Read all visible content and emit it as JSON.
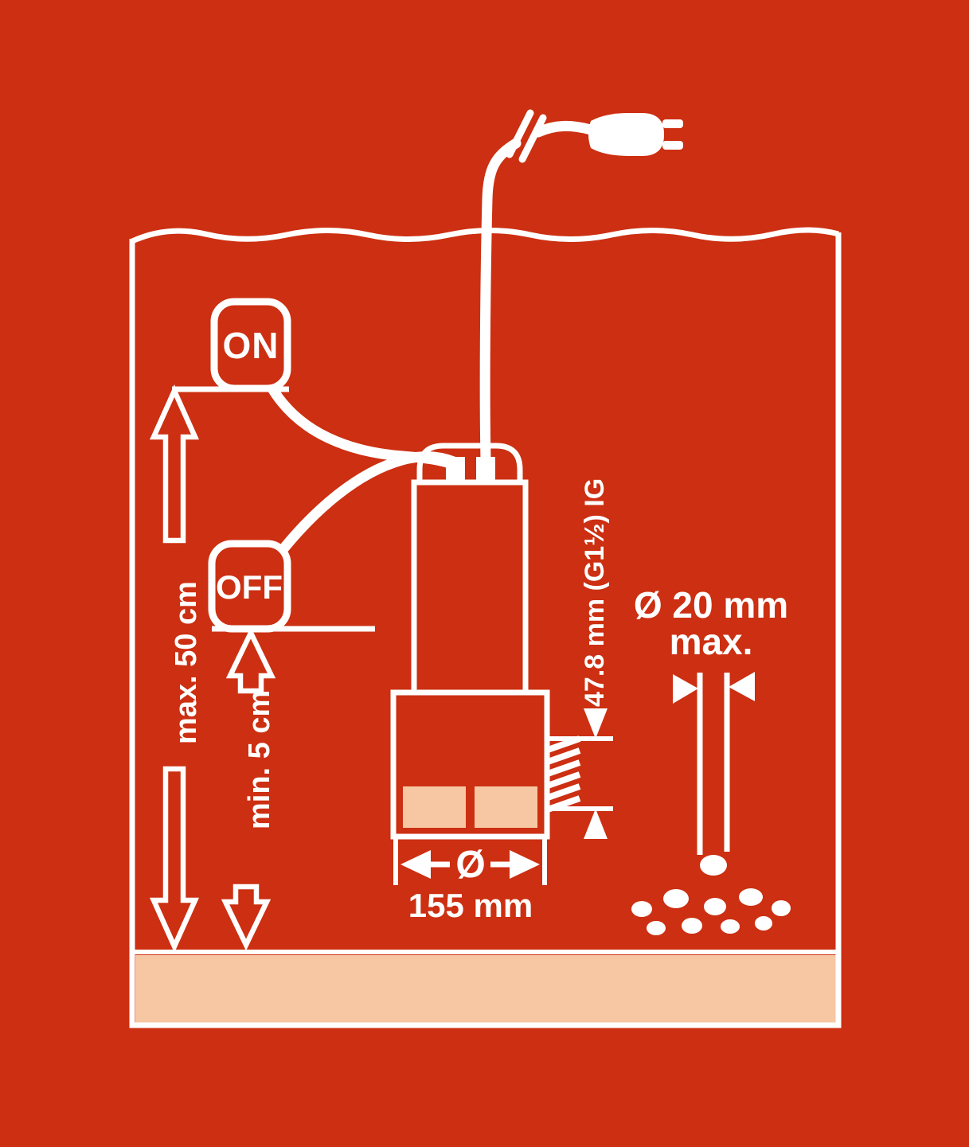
{
  "colors": {
    "background": "#cc2f11",
    "foreground": "#ffffff",
    "sand": "#f6c7a2"
  },
  "labels": {
    "float_on": "ON",
    "float_off": "OFF",
    "max_water_level": "max. 50 cm",
    "min_water_level": "min. 5 cm",
    "outlet_thread": "47.8 mm (G1½) IG",
    "particle_size": "Ø 20 mm",
    "particle_size_max": "max.",
    "pump_diameter_symbol": "Ø",
    "pump_diameter": "155 mm"
  }
}
